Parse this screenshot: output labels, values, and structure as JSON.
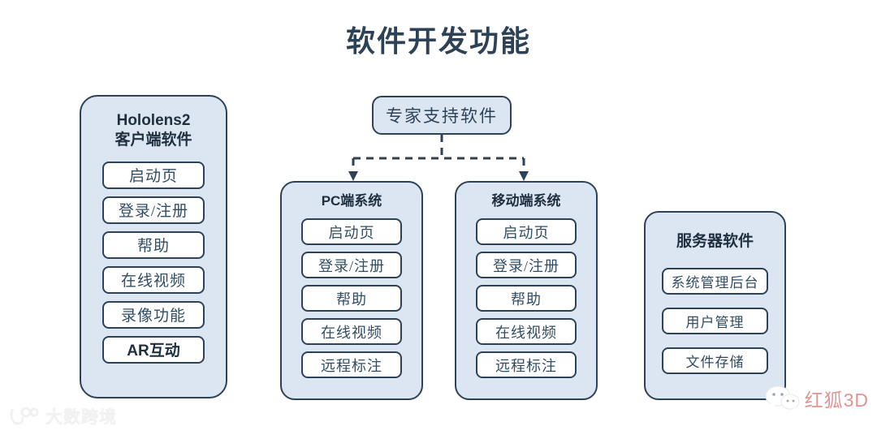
{
  "title": "软件开发功能",
  "colors": {
    "page_background": "#ffffff",
    "title_text": "#2e4257",
    "panel_fill": "#dce6f2",
    "panel_border": "#2e4257",
    "item_fill": "#ffffff",
    "item_border": "#2e4257",
    "item_text": "#314d63",
    "connector": "#2e4257",
    "watermark_left_text": "#f2f2f2",
    "watermark_right_text": "#c43c3c"
  },
  "panels": {
    "hololens": {
      "title_line1": "Hololens2",
      "title_line2": "客户端软件",
      "items": [
        {
          "label": "启动页",
          "style": "serif"
        },
        {
          "label": "登录/注册",
          "style": "serif"
        },
        {
          "label": "帮助",
          "style": "serif"
        },
        {
          "label": "在线视频",
          "style": "serif"
        },
        {
          "label": "录像功能",
          "style": "serif"
        },
        {
          "label": "AR互动",
          "style": "sans-bold"
        }
      ]
    },
    "expert": {
      "label": "专家支持软件"
    },
    "pc": {
      "title": "PC端系统",
      "items": [
        {
          "label": "启动页"
        },
        {
          "label": "登录/注册"
        },
        {
          "label": "帮助"
        },
        {
          "label": "在线视频"
        },
        {
          "label": "远程标注"
        }
      ]
    },
    "mobile": {
      "title": "移动端系统",
      "items": [
        {
          "label": "启动页"
        },
        {
          "label": "登录/注册"
        },
        {
          "label": "帮助"
        },
        {
          "label": "在线视频"
        },
        {
          "label": "远程标注"
        }
      ]
    },
    "server": {
      "title": "服务器软件",
      "items": [
        {
          "label": "系统管理后台"
        },
        {
          "label": "用户管理"
        },
        {
          "label": "文件存储"
        }
      ]
    }
  },
  "connectors": {
    "style": "dashed",
    "from": "expert",
    "to": [
      "pc",
      "mobile"
    ],
    "arrowheads": true
  },
  "watermarks": {
    "left": {
      "text": "大数跨境",
      "icon": "dashu-logo-icon"
    },
    "right": {
      "text": "红狐3D",
      "icon": "wechat-icon"
    }
  }
}
